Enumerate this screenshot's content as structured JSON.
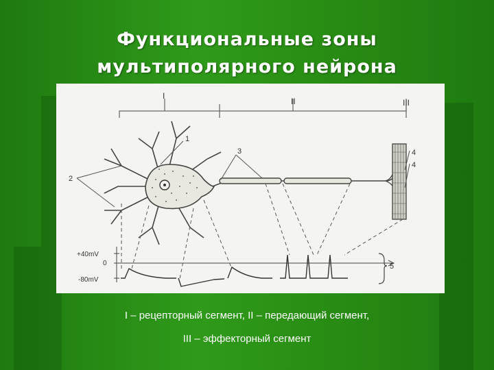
{
  "slide": {
    "title_line1": "Функциональные зоны",
    "title_line2": "мультиполярного нейрона",
    "caption_line1": "I – рецепторный сегмент, II – передающий сегмент,",
    "caption_line2": "III – эффекторный  сегмент"
  },
  "diagram": {
    "segment_labels": [
      "I",
      "II",
      "III"
    ],
    "numbers": [
      "1",
      "2",
      "3",
      "4",
      "4",
      "5"
    ],
    "voltage_labels": [
      "+40mV",
      "0",
      "-80mV"
    ]
  }
}
